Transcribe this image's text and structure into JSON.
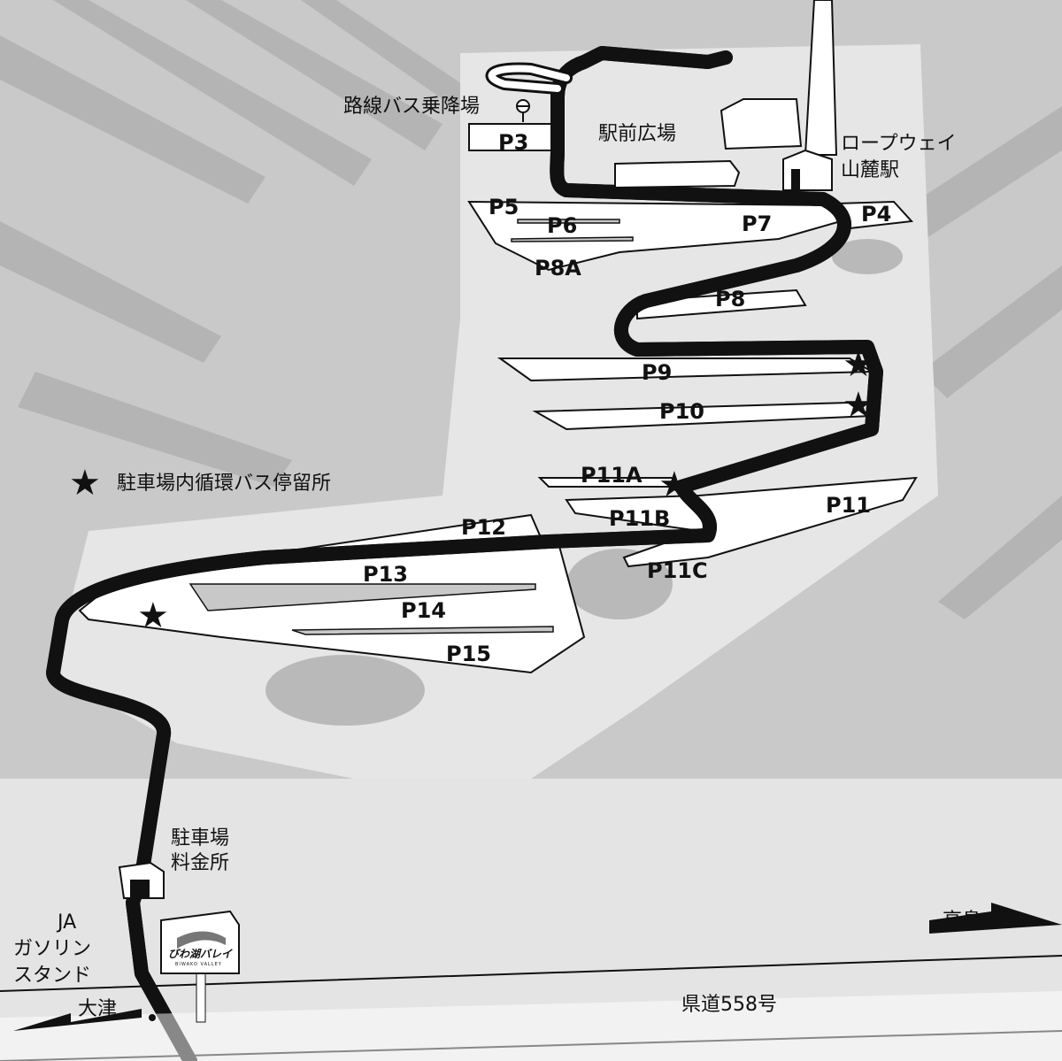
{
  "legend": {
    "symbol": "★",
    "label": "駐車場内循環バス停留所"
  },
  "places": {
    "bus_stop": "路線バス乗降場",
    "station_square": "駅前広場",
    "ropeway_line1": "ロープウェイ",
    "ropeway_line2": "山麓駅",
    "toll_line1": "駐車場",
    "toll_line2": "料金所",
    "gas_line1": "JA",
    "gas_line2": "ガソリン",
    "gas_line3": "スタンド",
    "dir_otsu": "大津",
    "dir_takashima": "高島",
    "route": "県道558号",
    "sign_jp": "びわ湖バレイ",
    "sign_en": "BIWAKO VALLEY"
  },
  "parking": [
    "P3",
    "P4",
    "P5",
    "P6",
    "P7",
    "P8A",
    "P8",
    "P9",
    "P10",
    "P11A",
    "P11B",
    "P11",
    "P11C",
    "P12",
    "P13",
    "P14",
    "P15"
  ],
  "colors": {
    "background": "#c9c9c9",
    "road": "#ffffff",
    "outline": "#111111",
    "shadow": "#a9a9a9"
  }
}
